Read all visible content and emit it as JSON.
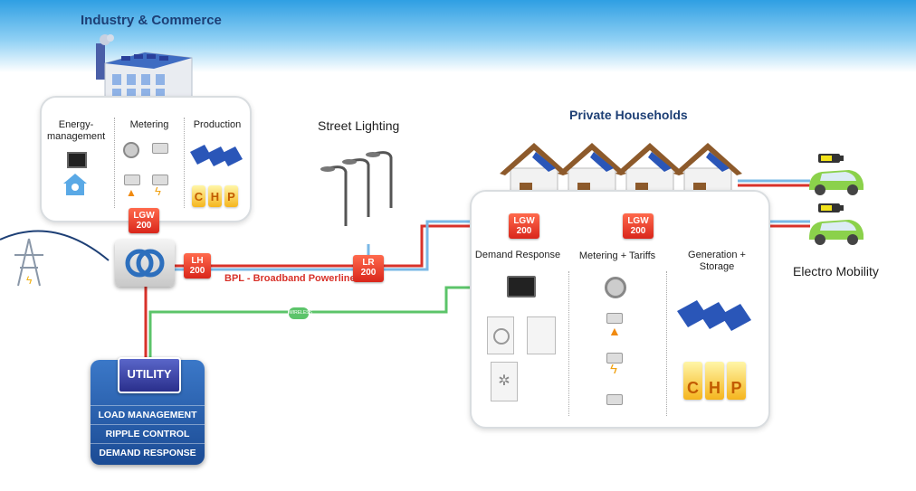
{
  "industry": {
    "title": "Industry & Commerce",
    "col1": "Energy-\nmanagement",
    "col2": "Metering",
    "col3": "Production",
    "chp": [
      "C",
      "H",
      "P"
    ]
  },
  "street_lighting": {
    "title": "Street Lighting"
  },
  "households": {
    "title": "Private Households",
    "col1": "Demand Response",
    "col2": "Metering + Tariffs",
    "col3": "Generation +\nStorage",
    "chp": [
      "C",
      "H",
      "P"
    ]
  },
  "electro_mobility": {
    "title": "Electro Mobility"
  },
  "badges": {
    "lgw_industry": "LGW\n200",
    "lh": "LH\n200",
    "lr": "LR\n200",
    "lgw_house1": "LGW\n200",
    "lgw_house2": "LGW\n200"
  },
  "bpl_label": "BPL - Broadband Powerline",
  "wireless_label": "WIRELESS",
  "utility": {
    "title": "UTILITY",
    "items": [
      "LOAD MANAGEMENT",
      "RIPPLE CONTROL",
      "DEMAND RESPONSE"
    ]
  },
  "colors": {
    "power_line": "#d8322a",
    "bpl_line": "#7ab8e6",
    "wireless_line": "#5cc46a",
    "title_blue": "#1d3f75"
  }
}
